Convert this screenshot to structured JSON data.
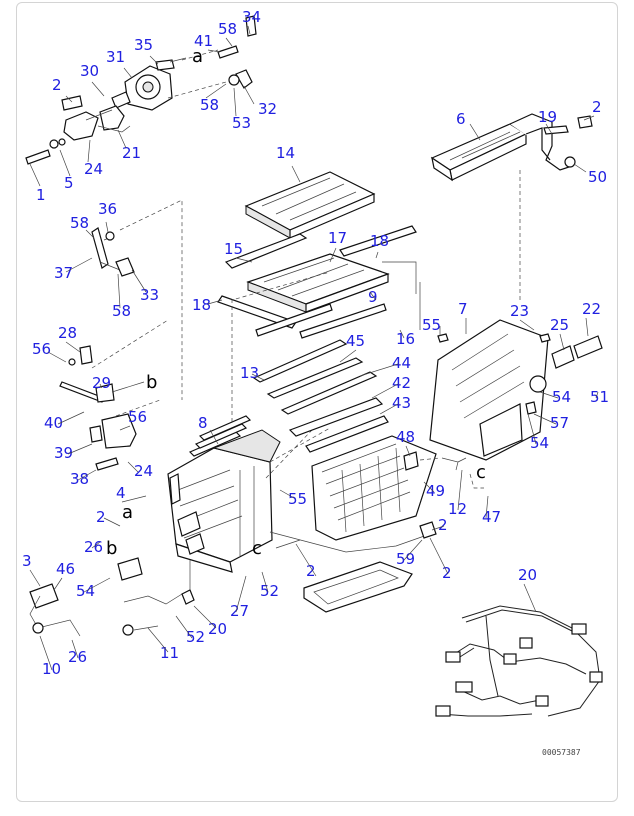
{
  "diagram": {
    "drawing_code": "00057387",
    "callouts": [
      "34",
      "58",
      "35",
      "41",
      "31",
      "2",
      "30",
      "58",
      "32",
      "53",
      "21",
      "24",
      "5",
      "1",
      "6",
      "19",
      "2",
      "50",
      "14",
      "58",
      "36",
      "37",
      "33",
      "58",
      "15",
      "17",
      "18",
      "18",
      "9",
      "16",
      "55",
      "7",
      "23",
      "22",
      "25",
      "13",
      "45",
      "28",
      "56",
      "29",
      "44",
      "42",
      "43",
      "8",
      "54",
      "51",
      "57",
      "40",
      "39",
      "56",
      "24",
      "38",
      "48",
      "54",
      "4",
      "49",
      "12",
      "2",
      "55",
      "47",
      "2",
      "26",
      "59",
      "2",
      "3",
      "46",
      "54",
      "2",
      "27",
      "52",
      "20",
      "10",
      "26",
      "20",
      "52",
      "11"
    ],
    "letters": [
      "a",
      "a",
      "b",
      "b",
      "c",
      "c"
    ]
  }
}
